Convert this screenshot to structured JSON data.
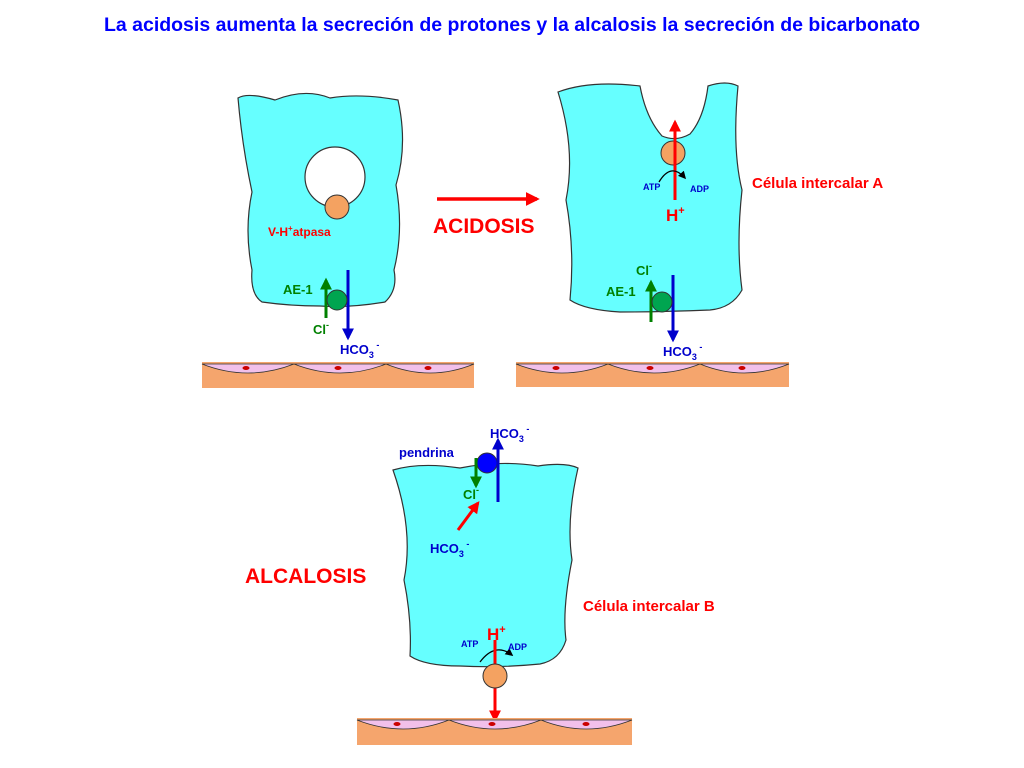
{
  "title": "La acidosis aumenta la secreción de protones y la alcalosis la secreción de bicarbonato",
  "colors": {
    "title": "#0000ff",
    "cell_fill": "#66ffff",
    "acid": "#ff0000",
    "chloride": "#008000",
    "bicarbonate": "#0000cc",
    "atpase_fill": "#f4a261",
    "pendrin_fill": "#0000ff",
    "ae1_fill": "#00a550",
    "epithelium": "#f5a56d",
    "epithelium_cell": "#f2c0ea"
  },
  "labels": {
    "acidosis": "ACIDOSIS",
    "alcalosis": "ALCALOSIS",
    "cell_a": "Célula intercalar A",
    "cell_b": "Célula intercalar B",
    "vatpase_pre": "V-H",
    "vatpase_sup": "+",
    "vatpase_post": "atpasa",
    "ae1": "AE-1",
    "pendrina": "pendrina",
    "cl": "Cl",
    "cl_sup": "-",
    "hco3": "HCO",
    "hco3_sub": "3",
    "hco3_sup": " -",
    "h": "H",
    "h_sup": "+",
    "atp": "ATP",
    "adp": "ADP"
  }
}
